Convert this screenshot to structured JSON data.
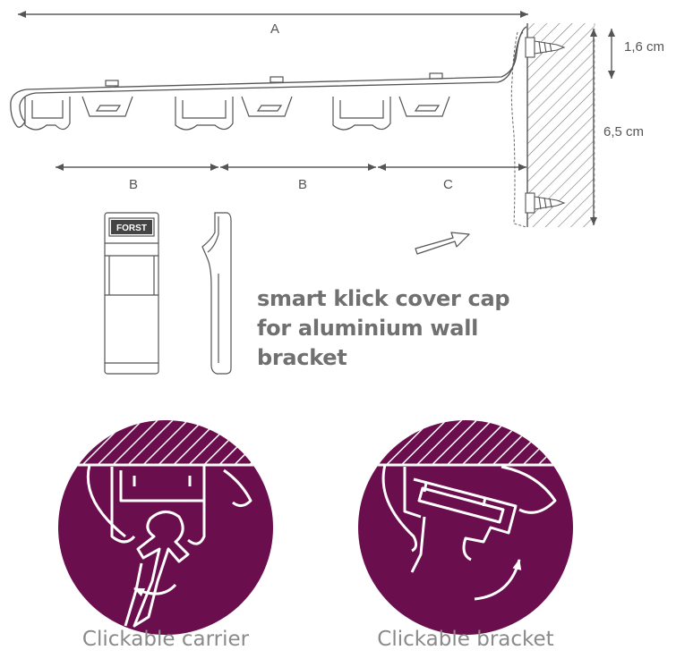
{
  "dimensions": {
    "a": "A",
    "b1": "B",
    "b2": "B",
    "c": "C",
    "height_small": "1,6 cm",
    "height_large": "6,5 cm"
  },
  "cover_cap": {
    "brand_mark": "FORST",
    "description_lines": [
      "smart klick cover cap",
      "for aluminium wall",
      "bracket"
    ]
  },
  "details": [
    {
      "caption": "Clickable carrier"
    },
    {
      "caption": "Clickable bracket"
    }
  ],
  "colors": {
    "circle": "#6b0e4e",
    "line": "#555555",
    "text": "#707070",
    "caption": "#8a8a8a"
  }
}
